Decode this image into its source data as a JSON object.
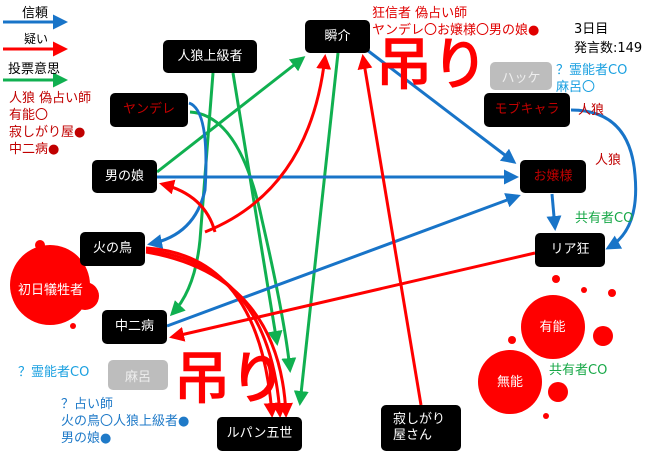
{
  "legend": {
    "trust": "信頼",
    "doubt": "疑い",
    "vote": "投票意思"
  },
  "colors": {
    "trust": "#1874c8",
    "doubt": "#ff0000",
    "vote": "#10b050"
  },
  "status": {
    "day": "3日目",
    "posts": "発言数:149"
  },
  "nodes": {
    "jinrou_jokyu": "人狼上級者",
    "shunsuke": "瞬介",
    "yandere": "ヤンデレ",
    "otokonoko": "男の娘",
    "hinotori": "火の鳥",
    "shonichi": "初日犠牲者",
    "chunibyo": "中二病",
    "lupin": "ルパン五世",
    "sabishigari": "寂しがり屋さん",
    "mob": "モブキャラ",
    "ojousama": "お嬢様",
    "riakyo": "リア狂",
    "yuno": "有能",
    "muno": "無能",
    "hakke": "ハッケ",
    "maro": "麻呂"
  },
  "notes": {
    "left_red": [
      "人狼 偽占い師",
      "有能〇",
      "寂しがり屋●",
      "中二病●"
    ],
    "top_red": [
      "狂信者 偽占い師",
      "ヤンデレ〇お嬢様〇男の娘●"
    ],
    "top_cyan": [
      "？霊能者CO",
      "麻呂〇"
    ],
    "mob_role": "人狼",
    "ojou_role": "人狼",
    "kyoyu1": "共有者CO",
    "kyoyu2": "共有者CO",
    "bottom_cyan": "？霊能者CO",
    "bottom_blue": [
      "？占い師",
      "火の鳥〇人狼上級者●",
      "男の娘●"
    ]
  },
  "hanging": "吊り"
}
